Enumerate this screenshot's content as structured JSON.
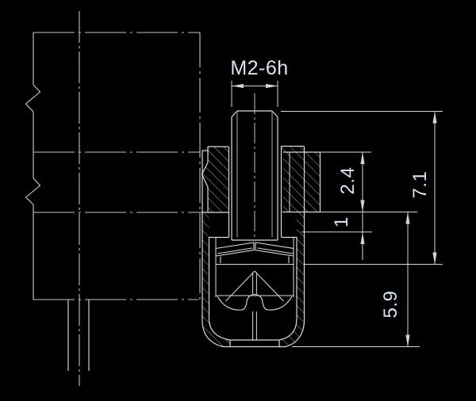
{
  "drawing": {
    "thread_callout": "M2-6h",
    "dims": {
      "plate_thickness": "2.4",
      "nut_offset": "1",
      "stud_protrusion": "7.1",
      "housing_depth": "5.9"
    },
    "colors": {
      "background": "#000000",
      "outline": "#dcdcdc",
      "thin_line": "#b6b6b6",
      "phantom_line": "#c2c2c2",
      "dimension_text": "#d9e4f1"
    }
  }
}
